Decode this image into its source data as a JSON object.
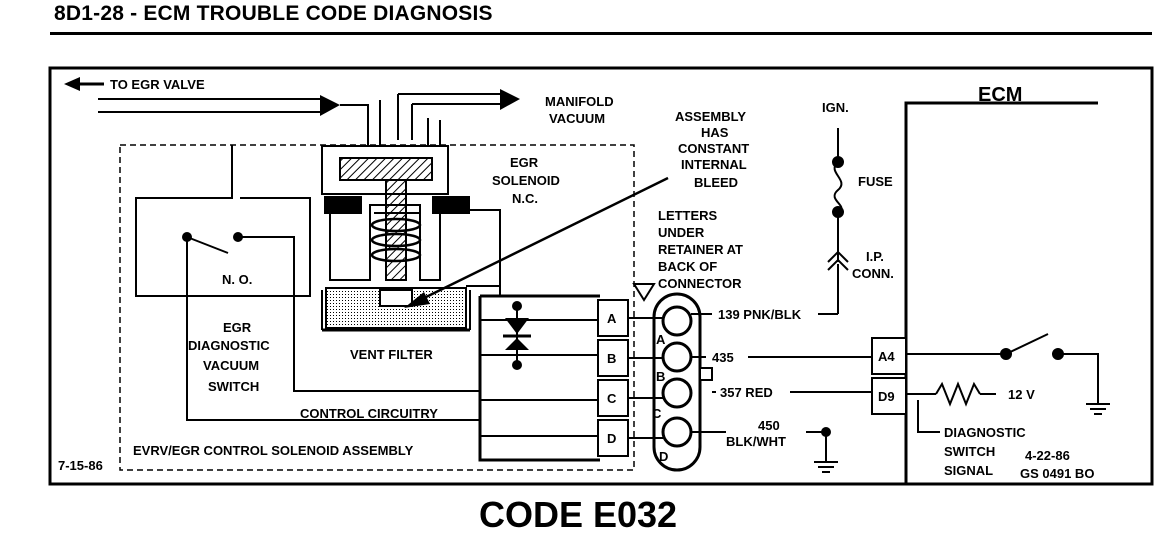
{
  "header": {
    "title": "8D1-28 - ECM TROUBLE CODE DIAGNOSIS"
  },
  "footer": {
    "code": "CODE E032"
  },
  "diagram": {
    "to_egr_valve": "TO EGR VALVE",
    "manifold": "MANIFOLD",
    "vacuum": "VACUUM",
    "assembly_note": [
      "ASSEMBLY",
      "HAS",
      "CONSTANT",
      "INTERNAL",
      "BLEED"
    ],
    "egr_solenoid": [
      "EGR",
      "SOLENOID",
      "N.C."
    ],
    "letters_note": [
      "LETTERS",
      "UNDER",
      "RETAINER AT",
      "BACK OF",
      "CONNECTOR"
    ],
    "no_label": "N. O.",
    "switch_label": [
      "EGR",
      "DIAGNOSTIC",
      "VACUUM",
      "SWITCH"
    ],
    "vent_filter": "VENT FILTER",
    "control_circuitry": "CONTROL CIRCUITRY",
    "assembly_name": "EVRV/EGR CONTROL SOLENOID ASSEMBLY",
    "date_left": "7-15-86",
    "pins": [
      "A",
      "B",
      "C",
      "D"
    ],
    "wires": [
      "139 PNK/BLK",
      "435",
      "357 RED",
      "450",
      "BLK/WHT"
    ],
    "ign": "IGN.",
    "fuse": "FUSE",
    "ip_conn": [
      "I.P.",
      "CONN."
    ],
    "ecm": "ECM",
    "ecm_pins": [
      "A4",
      "D9"
    ],
    "voltage": "12 V",
    "diag_signal": [
      "DIAGNOSTIC",
      "SWITCH",
      "SIGNAL"
    ],
    "date_right": "4-22-86",
    "ref_code": "GS 0491 BO"
  }
}
